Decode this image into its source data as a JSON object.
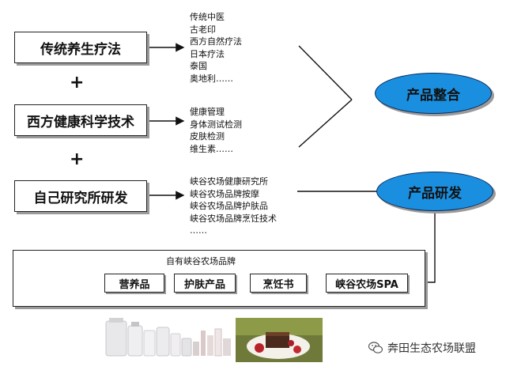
{
  "sources": [
    {
      "label": "传统养生疗法",
      "items": [
        "传统中医",
        "古老印",
        "西方自然疗法",
        "日本疗法",
        "泰国",
        "奥地利……"
      ]
    },
    {
      "label": "西方健康科学技术",
      "items": [
        "健康管理",
        "身体测试检测",
        "皮肤检测",
        "维生素……"
      ]
    },
    {
      "label": "自己研究所研发",
      "items": [
        "峡谷农场健康研究所",
        "峡谷农场品牌按摩",
        "峡谷农场品牌护肤品",
        "峡谷农场品牌烹饪技术",
        "……"
      ]
    }
  ],
  "plus_sign": "+",
  "targets": {
    "integration": "产品整合",
    "rnd": "产品研发"
  },
  "brand_frame": {
    "title": "自有峡谷农场品牌",
    "items": [
      "营养品",
      "护肤产品",
      "烹饪书",
      "峡谷农场SPA"
    ]
  },
  "watermark": "奔田生态农场联盟",
  "colors": {
    "ellipse_fill": "#1a8fe0",
    "ellipse_border": "#0a2a5a",
    "box_shadow": "#9a9a9a"
  }
}
